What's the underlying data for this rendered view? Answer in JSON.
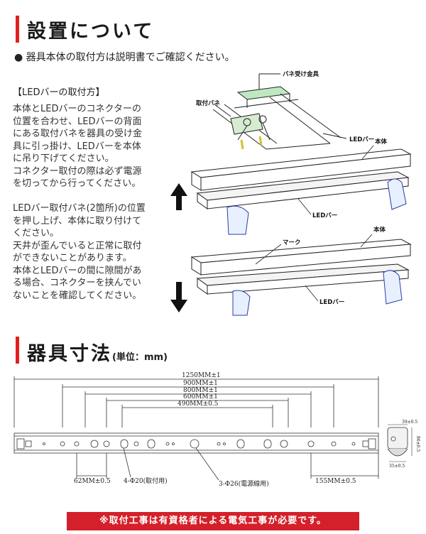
{
  "section1": {
    "title": "設置について",
    "note": "● 器具本体の取付方は説明書でご確認ください。",
    "subheading": "【LEDバーの取付方】",
    "para1": [
      "本体とLEDバーのコネクターの",
      "位置を合わせ、LEDバーの背面",
      "にある取付バネを器具の受け金",
      "具に引っ掛け、LEDバーを本体",
      "に吊り下げてください。",
      "コネクター取付の際は必ず電源",
      "を切ってから行ってください。"
    ],
    "para2": [
      "LEDバー取付バネ(2箇所)の位置",
      "を押し上げ、本体に取り付けて",
      "ください。",
      "天井が歪んでいると正常に取付",
      "ができないことがあります。",
      "本体とLEDバーの間に隙間があ",
      "る場合、コネクターを挟んでい",
      "ないことを確認してください。"
    ],
    "diagram_labels": {
      "spring_receiver": "バネ受け金具",
      "mount_spring": "取付バネ",
      "led_bar_1": "LEDバー",
      "body_1": "本体",
      "led_bar_2": "LEDバー",
      "mark": "マーク",
      "body_2": "本体",
      "led_bar_3": "LEDバー"
    }
  },
  "section2": {
    "title": "器具寸法",
    "unit": "(単位：mm)",
    "dims": {
      "d1250": "1250MM±1",
      "d900": "900MM±1",
      "d800": "800MM±1",
      "d600": "600MM±1",
      "d490": "490MM±0.5",
      "d62": "62MM±0.5",
      "d155": "155MM±0.5",
      "holes20": "4-Φ20(取付用)",
      "holes26": "3-Φ26(電源線用)",
      "side_w": "39±0.5",
      "side_h": "86±0.5",
      "side_b": "35±0.5"
    }
  },
  "warning": "※取付工事は有資格者による電気工事が必要です。",
  "colors": {
    "accent_red": "#e02020",
    "warning_bg": "#d4202a"
  }
}
